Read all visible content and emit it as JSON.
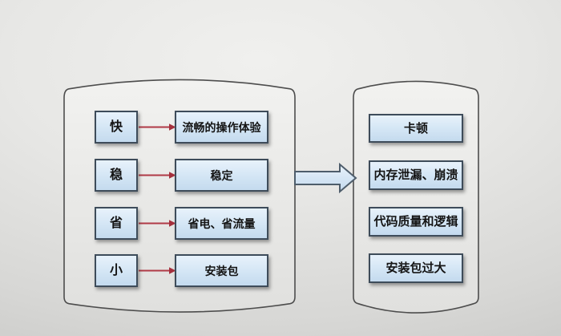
{
  "left_panel": {
    "rows": [
      {
        "key": "快",
        "value": "流畅的操作体验"
      },
      {
        "key": "稳",
        "value": "稳定"
      },
      {
        "key": "省",
        "value": "省电、省流量"
      },
      {
        "key": "小",
        "value": "安装包"
      }
    ]
  },
  "right_panel": {
    "items": [
      "卡顿",
      "内存泄漏、崩溃",
      "代码质量和逻辑",
      "安装包过大"
    ]
  },
  "icons": {
    "flow_arrow": "right-block-arrow",
    "connector": "red-line-arrow"
  },
  "colors": {
    "background_top": "#f0f0ee",
    "background_bottom": "#c2c2c0",
    "panel_fill_top": "#f2f2f0",
    "panel_fill_bottom": "#e0e0de",
    "panel_border": "#4d4d4d",
    "box_fill_top": "#e8f2fb",
    "box_fill_bottom": "#c4daee",
    "box_border": "#3e4c5a",
    "box_text": "#141414",
    "red_arrow": "#b03a46",
    "big_arrow_fill_top": "#e9f3fb",
    "big_arrow_fill_bottom": "#c3d9ee",
    "big_arrow_border": "#4e5d6b"
  }
}
